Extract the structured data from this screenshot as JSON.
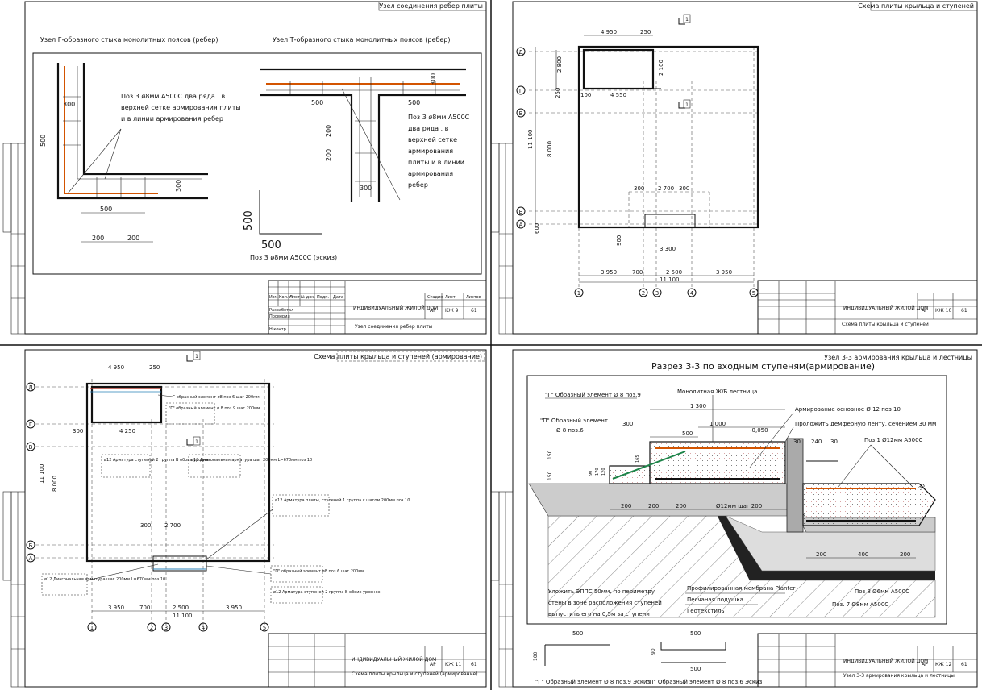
{
  "sheet1": {
    "header": "Узел соединения ребер плиты",
    "title_g": "Узел Г-образного стыка монолитных поясов (ребер)",
    "title_t": "Узел Т-образного стыка монолитных поясов (ребер)",
    "note_g": [
      "Поз 3 ø8мм А500С два ряда , в",
      "верхней сетке армирования плиты",
      "и в линии армирования ребер"
    ],
    "note_t": [
      "Поз 3 ø8мм А500С",
      "два ряда , в",
      "верхней сетке",
      "армирования",
      "плиты и в линии",
      "армирования",
      "ребер"
    ],
    "dims": {
      "d300": "300",
      "d500": "500",
      "d200": "200"
    },
    "sketch_caption": "Поз 3 ø8мм А500С (эскиз)",
    "title_block": {
      "project": "ИНДИВИДУАЛЬНЫЙ ЖИЛОЙ ДОМ",
      "sheet_title": "Узел соединения ребер плиты",
      "stage": "АР",
      "code": "КЖ 9",
      "sheet": "61",
      "col_stage": "Стадия",
      "col_sheet": "Лист",
      "col_sheets": "Листов",
      "r1": "Изм.",
      "r2": "Кол.уч",
      "r3": "Лист",
      "r4": "№ док.",
      "r5": "Подп.",
      "r6": "Дата",
      "dev": "Разработал",
      "chk": "Проверил",
      "nk": "Н.контр."
    }
  },
  "sheet2": {
    "header": "Схема плиты крыльца и ступеней",
    "axes_v": [
      "1",
      "2",
      "3",
      "4",
      "5"
    ],
    "axes_h": [
      "Д",
      "Г",
      "В",
      "Б",
      "А"
    ],
    "dims_bottom": [
      "3 950",
      "700",
      "2 500",
      "3 950"
    ],
    "dim_total": "11 100",
    "dims_top": [
      "4 950",
      "250"
    ],
    "dims_left": [
      "2 800",
      "11 100",
      "8 000",
      "250",
      "600"
    ],
    "dims_inner": [
      "4 550",
      "2 700",
      "3 300",
      "300",
      "100",
      "900",
      "2 100"
    ],
    "section_mark": "1",
    "title_block": {
      "project": "ИНДИВИДУАЛЬНЫЙ ЖИЛОЙ ДОМ",
      "sheet_title": "Схема плиты крыльца и ступеней",
      "stage": "АР",
      "code": "КЖ 10",
      "sheet": "61"
    }
  },
  "sheet3": {
    "header": "Схема плиты крыльца и ступеней (армирование)",
    "notes": [
      "Г-образный элемент ø8 поз 6 шаг 200мм",
      "\"Г\" образный элемент ø 8 поз 9 шаг 200мм",
      "ø12 Арматура ступеней 2 группа В обоих уровнях",
      "ø12 Диагональная арматура шаг 200мм L=670мм поз 10",
      "ø12 Арматура плиты, ступеней 1 группа с шагом 200мм поз 10",
      "\"П\" образный элемент ø8 поз 6 шаг 200мм",
      "ø12 Арматура ступеней 2 группа В обоих уровнях",
      "ø12 Диагональная арматура шаг 200мм L=670мм поз 10"
    ],
    "dims_bottom": [
      "3 950",
      "700",
      "2 500",
      "3 950"
    ],
    "dim_total": "11 100",
    "dims_top": [
      "4 950",
      "250",
      "4 250",
      "2 700",
      "300"
    ],
    "title_block": {
      "project": "ИНДИВИДУАЛЬНЫЙ ЖИЛОЙ ДОМ",
      "sheet_title": "Схема плиты крыльца и ступеней (армирование)",
      "stage": "АР",
      "code": "КЖ 11",
      "sheet": "61"
    }
  },
  "sheet4": {
    "header": "Узел 3-3 армирования крыльца и лестницы",
    "title": "Разрез 3-3 по входным ступеням(армирование)",
    "labels": {
      "g_elem": "\"Г\" Образный элемент Ø 8 поз.9",
      "p_elem_1": "\"П\" Образный элемент",
      "p_elem_2": "Ø 8 поз.6",
      "monolith": "Монолитная Ж/Б лестница",
      "arm_main": "Армирование основное Ø 12 поз 10",
      "damper": "Проложить демферную ленту, сечением 30 мм",
      "poz1": "Поз 1 Ø12мм А500С",
      "poz8": "Поз 8 Ø6мм А500С",
      "poz7": "Поз. 7 Ø8мм А500С",
      "step_rebar": "Ø12мм шаг 200",
      "membrane": "Профилированная мембрана Planter",
      "sand": "Песчаная подушка",
      "geotex": "Геотекстиль",
      "xps": [
        "Уложить ЭППС 50мм. по периметру",
        "стены в зоне расположения ступеней",
        "выпустить его на 0,5м за ступени"
      ],
      "elev": "-0,050",
      "g_sketch": "\"Г\" Образный элемент Ø 8 поз.9 Эскиз",
      "p_sketch": "\"П\" Образный элемент Ø 8 поз.6 Эскиз"
    },
    "dims": {
      "d1300": "1 300",
      "d1000": "1 000",
      "d500": "500",
      "d300": "300",
      "d200": "200",
      "d400": "400",
      "d150": "150",
      "d30": "30",
      "d240": "240",
      "d100": "100",
      "d90": "90",
      "d165": "165",
      "d170": "170",
      "d120": "120"
    },
    "title_block": {
      "project": "ИНДИВИДУАЛЬНЫЙ ЖИЛОЙ ДОМ",
      "sheet_title": "Узел 3-3 армирования крыльца и лестницы",
      "stage": "АР",
      "code": "КЖ 12",
      "sheet": "61"
    }
  }
}
